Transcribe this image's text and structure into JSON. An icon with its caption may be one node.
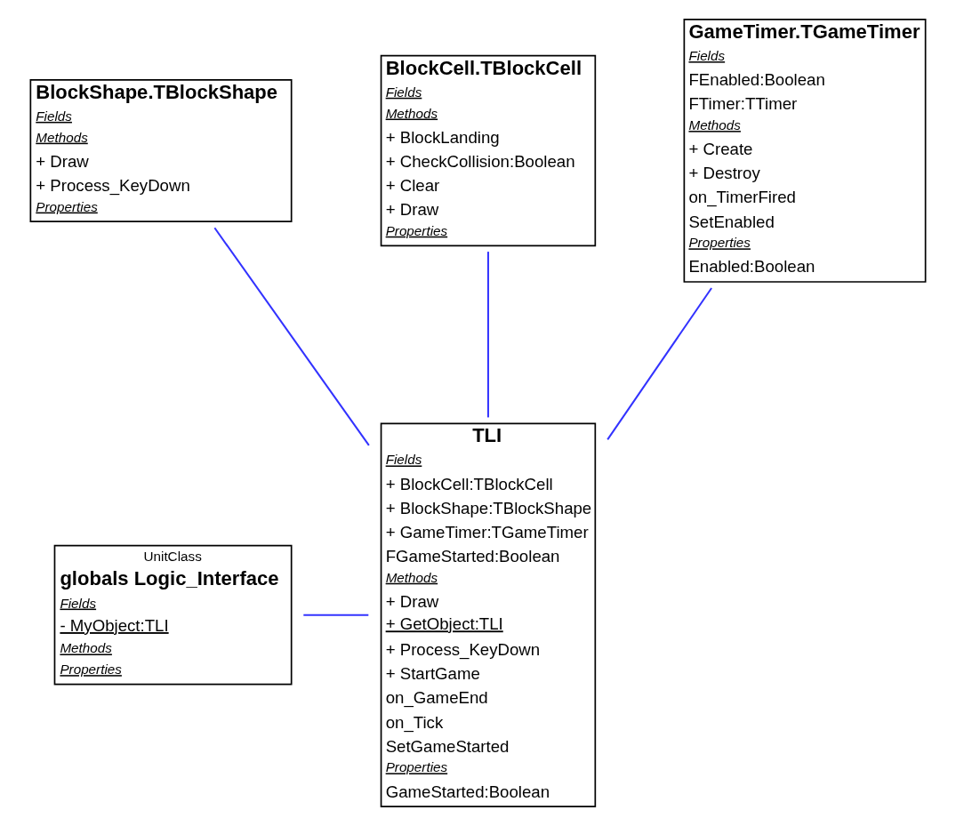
{
  "diagram": {
    "nodes": [
      {
        "text": [
          "BlockShape.TBlockShape",
          "Fields",
          "Methods",
          "+ Draw",
          "+ Process_KeyDown",
          "Properties"
        ]
      },
      {
        "text": [
          "BlockCell.TBlockCell",
          "Fields",
          "Methods",
          "+ BlockLanding",
          "+ CheckCollision:Boolean",
          "+ Clear",
          "+ Draw",
          "Properties"
        ]
      },
      {
        "text": [
          "GameTimer.TGameTimer",
          "Fields",
          "FEnabled:Boolean",
          "FTimer:TTimer",
          "Methods",
          "+ Create",
          "+ Destroy",
          "on_TimerFired",
          "SetEnabled",
          "Properties",
          "Enabled:Boolean"
        ]
      },
      {
        "text": [
          "TLI",
          "Fields",
          "+ BlockCell:TBlockCell",
          "+ BlockShape:TBlockShape",
          "+ GameTimer:TGameTimer",
          "FGameStarted:Boolean",
          "Methods",
          "+ Draw",
          "+ GetObject:TLI",
          "+ Process_KeyDown",
          "+ StartGame",
          "on_GameEnd",
          "on_Tick",
          "SetGameStarted",
          "Properties",
          "GameStarted:Boolean"
        ]
      },
      {
        "text": [
          "UnitClass",
          "globals Logic_Interface",
          "Fields",
          "- MyObject:TLI",
          "Methods",
          "Properties"
        ]
      }
    ],
    "edges": [
      {
        "from": 0,
        "to": 3,
        "arrow": "none"
      },
      {
        "from": 1,
        "to": 3,
        "arrow": "none"
      },
      {
        "from": 2,
        "to": 3,
        "arrow": "none"
      },
      {
        "from": 4,
        "to": 3,
        "arrow": "none"
      }
    ]
  }
}
